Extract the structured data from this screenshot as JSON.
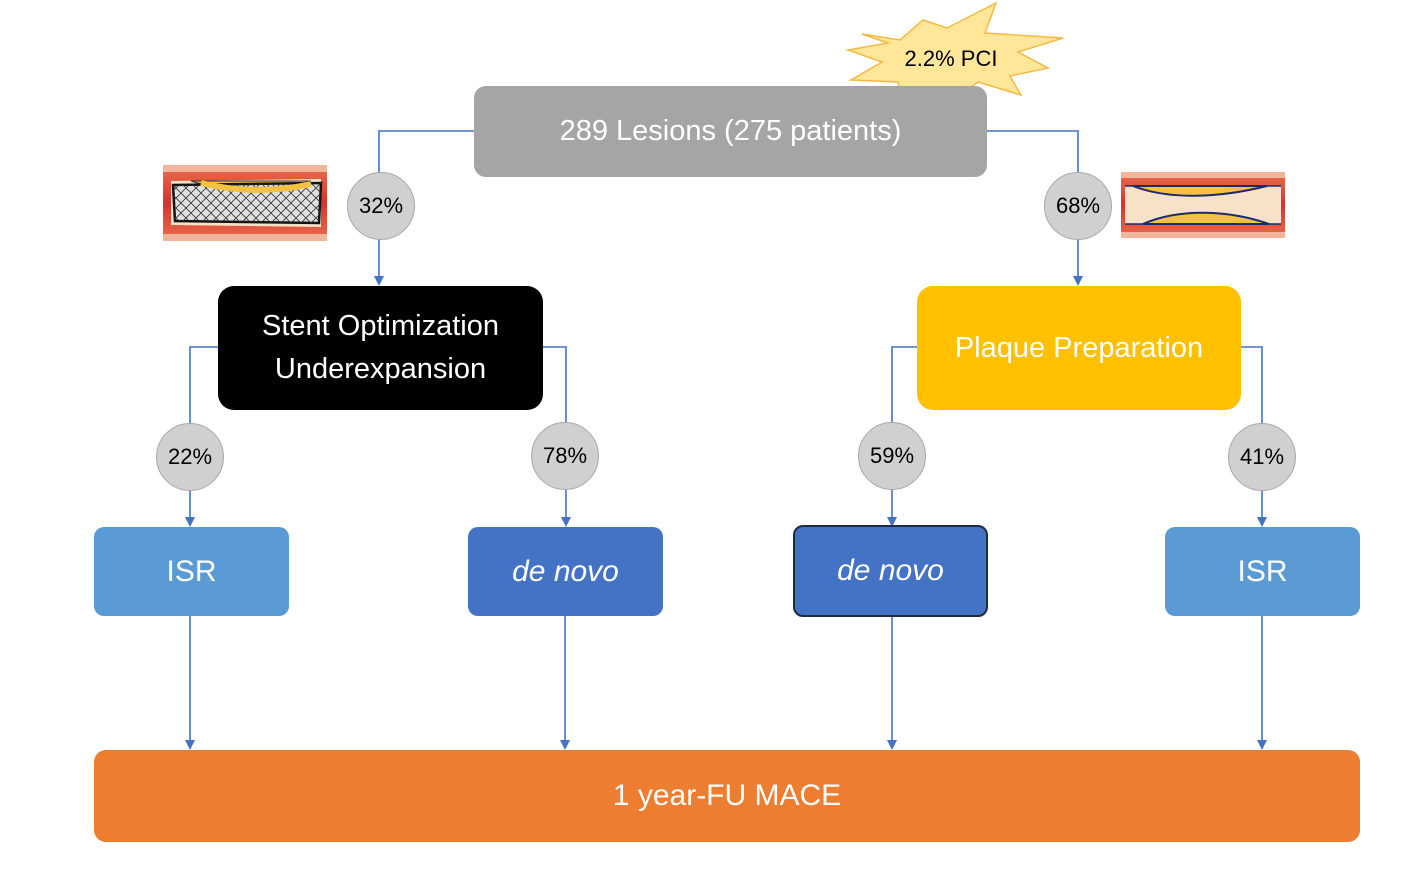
{
  "nodes": {
    "root": "289 Lesions (275 patients)",
    "stent_line1": "Stent Optimization",
    "stent_line2": "Underexpansion",
    "plaque": "Plaque Preparation",
    "isr_left": "ISR",
    "denovo_left": "de novo",
    "denovo_right": "de novo",
    "isr_right": "ISR",
    "mace": "1 year-FU MACE"
  },
  "percentages": {
    "stent": "32%",
    "plaque": "68%",
    "stent_isr": "22%",
    "stent_denovo": "78%",
    "plaque_denovo": "59%",
    "plaque_isr": "41%"
  },
  "burst": "2.2% PCI",
  "icons": {
    "left_vessel": "stented-artery-icon",
    "right_vessel": "plaque-artery-icon",
    "burst": "starburst-icon"
  },
  "colors": {
    "root": "#a5a5a5",
    "stent": "#000000",
    "plaque": "#ffc000",
    "isr": "#5b9bd5",
    "denovo": "#4472c4",
    "mace": "#ed7d31",
    "connector": "#4472c4",
    "burst": "#ffe699"
  }
}
